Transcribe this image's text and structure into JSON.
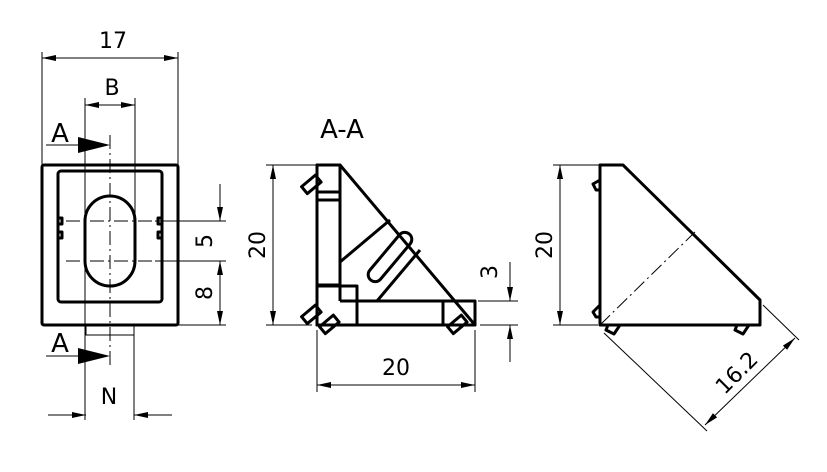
{
  "front_view": {
    "width_dim": "17",
    "slot_dim": "B",
    "section_marker_top": "A",
    "section_marker_bottom": "A",
    "tab_dim": "N",
    "dim_5": "5",
    "dim_8": "8"
  },
  "section_view": {
    "title": "A-A",
    "height_dim": "20",
    "width_dim": "20",
    "thickness_dim": "3"
  },
  "side_view": {
    "height_dim": "20",
    "diagonal_dim": "16.2"
  }
}
